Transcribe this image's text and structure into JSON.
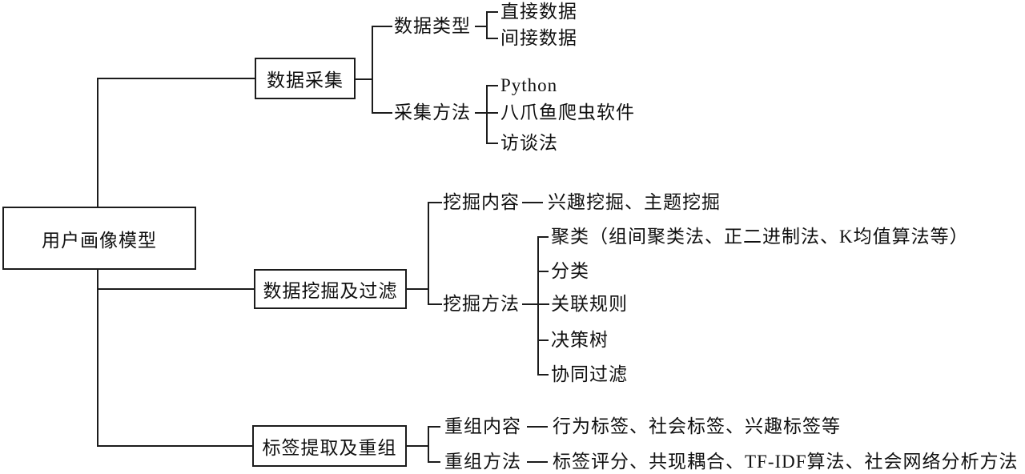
{
  "meta": {
    "background": "#ffffff",
    "line_color": "#1c1c1c",
    "text_color": "#101010"
  },
  "root": {
    "label": "用户画像模型"
  },
  "branches": [
    {
      "label": "数据采集",
      "children": [
        {
          "label": "数据类型",
          "leaves": [
            "直接数据",
            "间接数据"
          ]
        },
        {
          "label": "采集方法",
          "leaves": [
            "Python",
            "八爪鱼爬虫软件",
            "访谈法"
          ]
        }
      ]
    },
    {
      "label": "数据挖掘及过滤",
      "children": [
        {
          "label": "挖掘内容",
          "leaves": [
            "兴趣挖掘、主题挖掘"
          ]
        },
        {
          "label": "挖掘方法",
          "leaves": [
            "聚类（组间聚类法、正二进制法、K均值算法等）",
            "分类",
            "关联规则",
            "决策树",
            "协同过滤"
          ]
        }
      ]
    },
    {
      "label": "标签提取及重组",
      "children": [
        {
          "label": "重组内容",
          "leaves": [
            "行为标签、社会标签、兴趣标签等"
          ]
        },
        {
          "label": "重组方法",
          "leaves": [
            "标签评分、共现耦合、TF-IDF算法、社会网络分析方法"
          ]
        }
      ]
    }
  ]
}
